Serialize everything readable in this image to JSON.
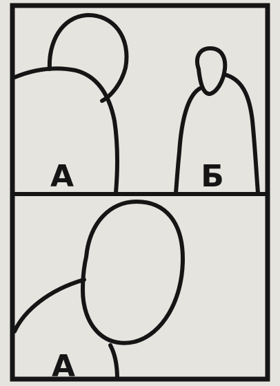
{
  "figure": {
    "panels": [
      {
        "id": "top",
        "labels": [
          "А",
          "Б"
        ]
      },
      {
        "id": "bottom",
        "labels": [
          "А"
        ]
      }
    ]
  },
  "labels": {
    "top_left": "А",
    "top_right": "Б",
    "bottom_left": "А"
  },
  "colors": {
    "background": "#e6e4df",
    "ink": "#151515"
  }
}
